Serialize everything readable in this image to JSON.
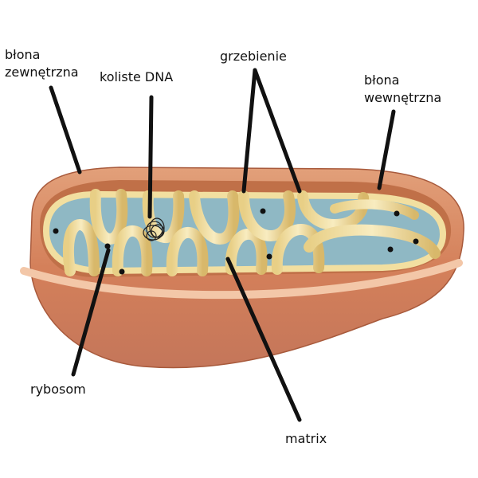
{
  "labels": {
    "outer_membrane": [
      "błona",
      "zewnętrzna"
    ],
    "circular_dna": "koliste DNA",
    "cristae": "grzebienie",
    "inner_membrane": [
      "błona",
      "wewnętrzna"
    ],
    "ribosome": "rybosom",
    "matrix": "matrix"
  },
  "colors": {
    "outer_membrane": "#d4805a",
    "outer_membrane_dark": "#b0603e",
    "inner_membrane": "#f2dfa0",
    "inner_membrane_edge": "#c9a85a",
    "matrix": "#8fb8c4",
    "leader_line": "#111111",
    "ribosome": "#111111"
  }
}
